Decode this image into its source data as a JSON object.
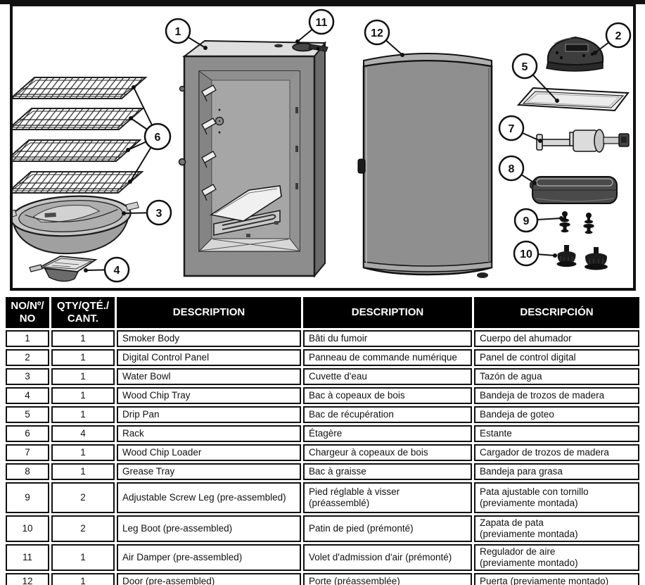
{
  "colors": {
    "table_header_bg": "#000000",
    "table_header_text": "#ffffff",
    "line_art": "#111111"
  },
  "diagram": {
    "callouts": {
      "c1": "1",
      "c2": "2",
      "c3": "3",
      "c4": "4",
      "c5": "5",
      "c6": "6",
      "c7": "7",
      "c8": "8",
      "c9": "9",
      "c10": "10",
      "c11": "11",
      "c12": "12"
    }
  },
  "table": {
    "headers": {
      "no": "NO/Nº/\nNO",
      "qty": "QTY/QTÉ./\nCANT.",
      "desc_en": "DESCRIPTION",
      "desc_fr": "DESCRIPTION",
      "desc_es": "DESCRIPCIÓN"
    },
    "rows": [
      {
        "no": "1",
        "qty": "1",
        "en": "Smoker Body",
        "fr": "Bâti du fumoir",
        "es": "Cuerpo del ahumador"
      },
      {
        "no": "2",
        "qty": "1",
        "en": "Digital Control Panel",
        "fr": "Panneau de commande numérique",
        "es": "Panel de control digital"
      },
      {
        "no": "3",
        "qty": "1",
        "en": "Water Bowl",
        "fr": "Cuvette d'eau",
        "es": "Tazón de agua"
      },
      {
        "no": "4",
        "qty": "1",
        "en": "Wood Chip Tray",
        "fr": "Bac à copeaux de bois",
        "es": "Bandeja de trozos de madera"
      },
      {
        "no": "5",
        "qty": "1",
        "en": "Drip Pan",
        "fr": "Bac de récupération",
        "es": "Bandeja de goteo"
      },
      {
        "no": "6",
        "qty": "4",
        "en": "Rack",
        "fr": "Étagère",
        "es": "Estante"
      },
      {
        "no": "7",
        "qty": "1",
        "en": "Wood Chip Loader",
        "fr": "Chargeur à copeaux de bois",
        "es": "Cargador de trozos de madera"
      },
      {
        "no": "8",
        "qty": "1",
        "en": "Grease Tray",
        "fr": "Bac à graisse",
        "es": "Bandeja para grasa"
      },
      {
        "no": "9",
        "qty": "2",
        "en": "Adjustable Screw Leg (pre-assembled)",
        "fr": "Pied réglable à visser\n(préassemblé)",
        "es": "Pata ajustable con tornillo\n(previamente montada)"
      },
      {
        "no": "10",
        "qty": "2",
        "en": "Leg Boot (pre-assembled)",
        "fr": "Patin de pied (prémonté)",
        "es": "Zapata de pata\n(previamente montada)"
      },
      {
        "no": "11",
        "qty": "1",
        "en": "Air Damper (pre-assembled)",
        "fr": "Volet d'admission d'air (prémonté)",
        "es": "Regulador de aire\n(previamente montado)"
      },
      {
        "no": "12",
        "qty": "1",
        "en": "Door (pre-assembled)",
        "fr": "Porte (préassemblée)",
        "es": "Puerta (previamente montado)"
      }
    ]
  }
}
